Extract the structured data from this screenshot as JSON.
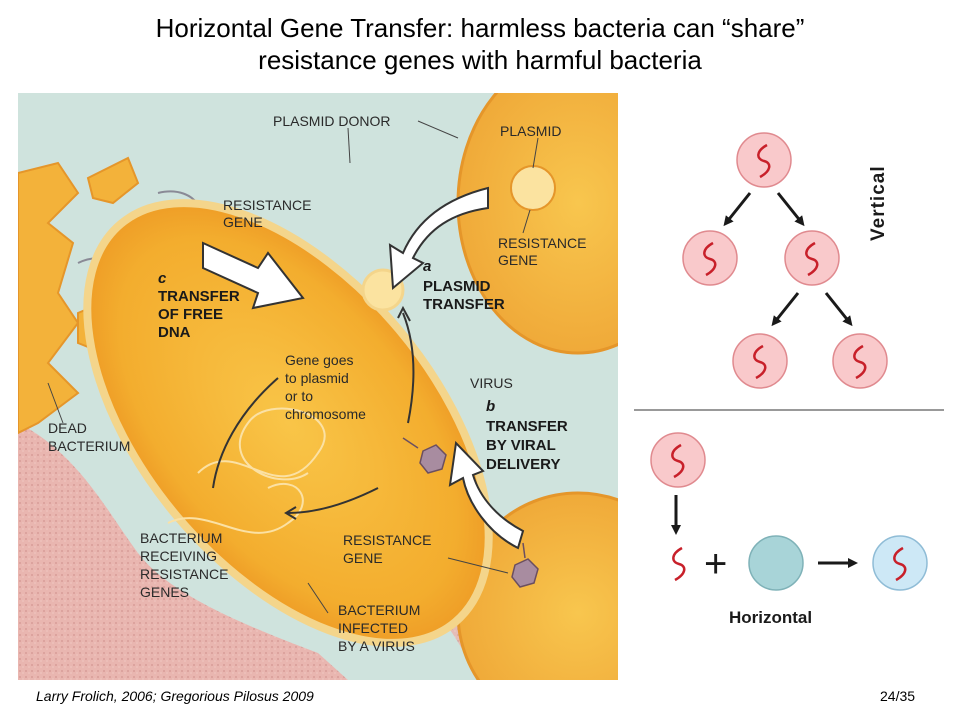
{
  "title": {
    "line1": "Horizontal Gene Transfer: harmless bacteria can “share”",
    "line2": "resistance genes with harmful bacteria"
  },
  "illustration": {
    "labels": {
      "plasmid_donor": "PLASMID DONOR",
      "plasmid": "PLASMID",
      "resistance_gene_top_1": "RESISTANCE",
      "resistance_gene_top_2": "GENE",
      "resistance_gene_right_1": "RESISTANCE",
      "resistance_gene_right_2": "GENE",
      "resistance_gene_bottom_1": "RESISTANCE",
      "resistance_gene_bottom_2": "GENE",
      "c_letter": "c",
      "c_line1": "TRANSFER",
      "c_line2": "OF FREE",
      "c_line3": "DNA",
      "a_letter": "a",
      "a_line1": "PLASMID",
      "a_line2": "TRANSFER",
      "gene_goes_1": "Gene goes",
      "gene_goes_2": "to plasmid",
      "gene_goes_3": "or to",
      "gene_goes_4": "chromosome",
      "virus": "VIRUS",
      "b_letter": "b",
      "b_line1": "TRANSFER",
      "b_line2": "BY VIRAL",
      "b_line3": "DELIVERY",
      "dead_1": "DEAD",
      "dead_2": "BACTERIUM",
      "receiving_1": "BACTERIUM",
      "receiving_2": "RECEIVING",
      "receiving_3": "RESISTANCE",
      "receiving_4": "GENES",
      "infected_1": "BACTERIUM",
      "infected_2": "INFECTED",
      "infected_3": "BY A VIRUS"
    }
  },
  "diagram": {
    "vertical_label": "Vertical",
    "horizontal_label": "Horizontal",
    "plus_symbol": "+",
    "colors": {
      "cell_fill": "#f9c9cb",
      "cell_stroke": "#e08a8f",
      "gene": "#c8202a",
      "recipient_fill": "#a8d4d8",
      "result_fill": "#cde8f6"
    }
  },
  "footer": {
    "credit": "Larry Frolich, 2006; Gregorious Pilosus 2009",
    "page": "24/35"
  }
}
